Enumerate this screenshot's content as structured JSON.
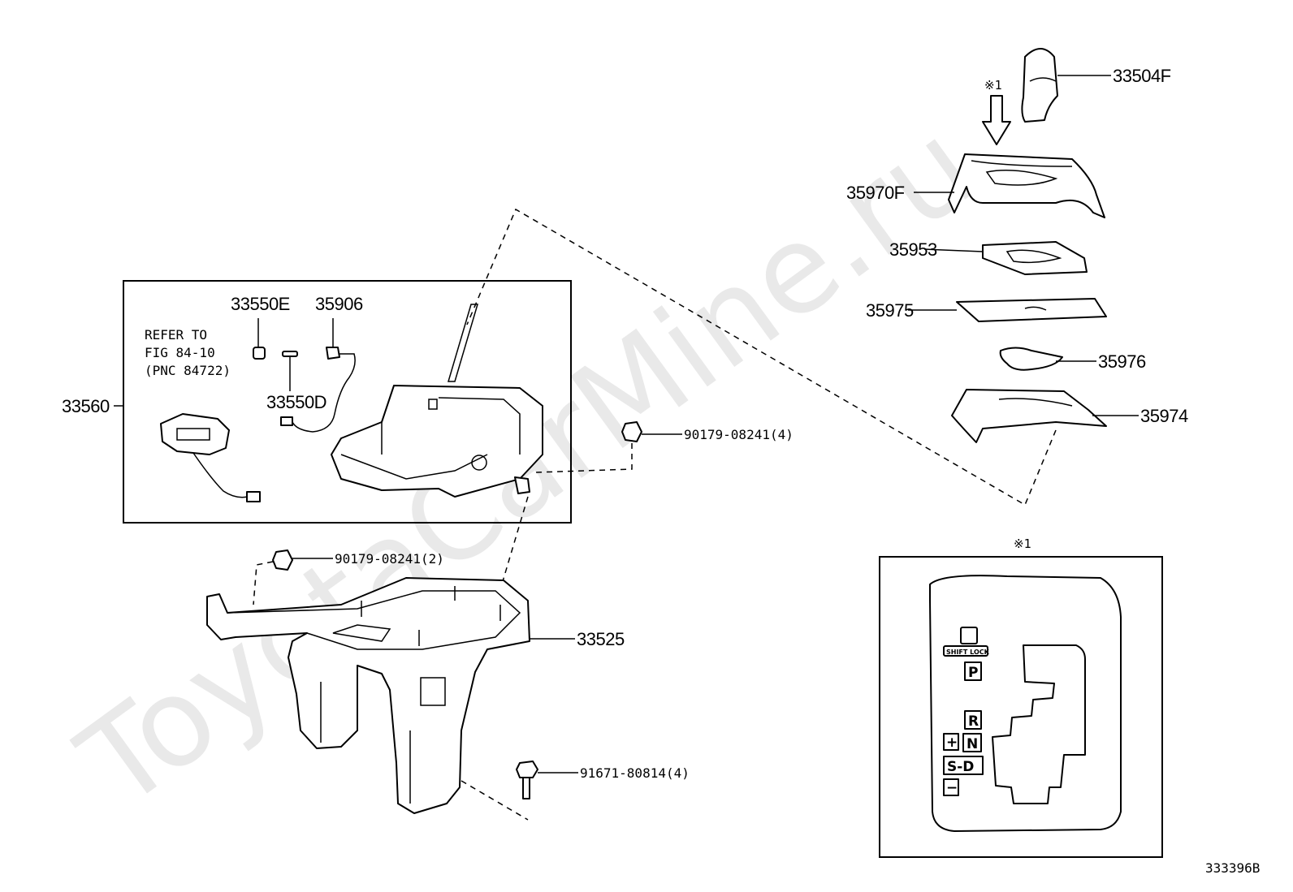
{
  "watermark": "ToyotaCarMine.ru",
  "diagram_id": "333396B",
  "note_marker": "※1",
  "refer_note": [
    "REFER TO",
    "FIG 84-10",
    "(PNC 84722)"
  ],
  "parts": {
    "p33504F": "33504F",
    "p35970F": "35970F",
    "p35953": "35953",
    "p35975": "35975",
    "p35976": "35976",
    "p35974": "35974",
    "p33550E": "33550E",
    "p35906": "35906",
    "p33550D": "33550D",
    "p33560": "33560",
    "p90179_4": "90179-08241(4)",
    "p90179_2": "90179-08241(2)",
    "p33525": "33525",
    "p91671": "91671-80814(4)"
  },
  "shift_gate": {
    "title": "※1",
    "shift_lock": "SHIFT LOCK",
    "positions": [
      "P",
      "R",
      "N",
      "S-D"
    ],
    "plus": "+",
    "minus": "−"
  }
}
